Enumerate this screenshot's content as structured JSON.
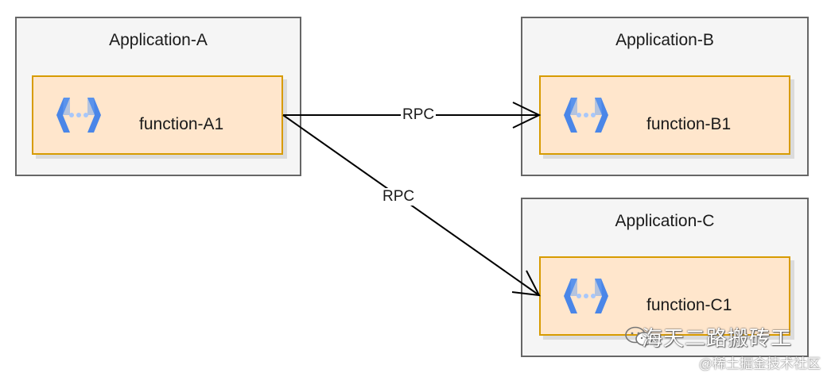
{
  "applications": [
    {
      "id": "a",
      "title": "Application-A",
      "function": "function-A1"
    },
    {
      "id": "b",
      "title": "Application-B",
      "function": "function-B1"
    },
    {
      "id": "c",
      "title": "Application-C",
      "function": "function-C1"
    }
  ],
  "edges": [
    {
      "from": "function-A1",
      "to": "function-B1",
      "label": "RPC"
    },
    {
      "from": "function-A1",
      "to": "function-C1",
      "label": "RPC"
    }
  ],
  "colors": {
    "app_fill": "#f5f5f5",
    "app_stroke": "#666666",
    "func_fill": "#ffe6cc",
    "func_stroke": "#d79b00",
    "icon_dark": "#4a86e8",
    "icon_light": "#a8c7fa"
  },
  "icons": {
    "function": "cloud-functions-icon"
  },
  "watermark": {
    "main": "海天二路搬砖工",
    "sub": "@稀土掘金技术社区"
  }
}
